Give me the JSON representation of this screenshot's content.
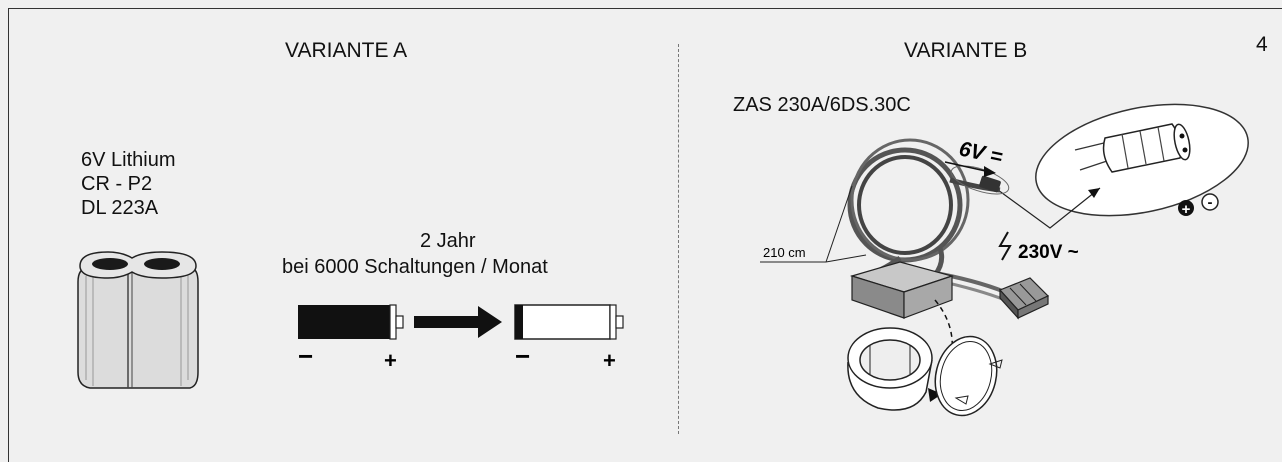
{
  "page_number": "4",
  "variant_a": {
    "title": "VARIANTE  A",
    "battery_lines": [
      "6V Lithium",
      "CR - P2",
      "DL 223A"
    ],
    "lifetime_line1": "2 Jahr",
    "lifetime_line2": "bei 6000 Schaltungen / Monat",
    "full_battery_minus": "−",
    "full_battery_plus": "+",
    "empty_battery_minus": "−",
    "empty_battery_plus": "+"
  },
  "variant_b": {
    "title": "VARIANTE B",
    "model": "ZAS 230A/6DS.30C",
    "dc_label": "6V =",
    "ac_label": "230V ~",
    "cable_length": "210 cm",
    "plus_symbol": "+",
    "minus_symbol": "-"
  }
}
